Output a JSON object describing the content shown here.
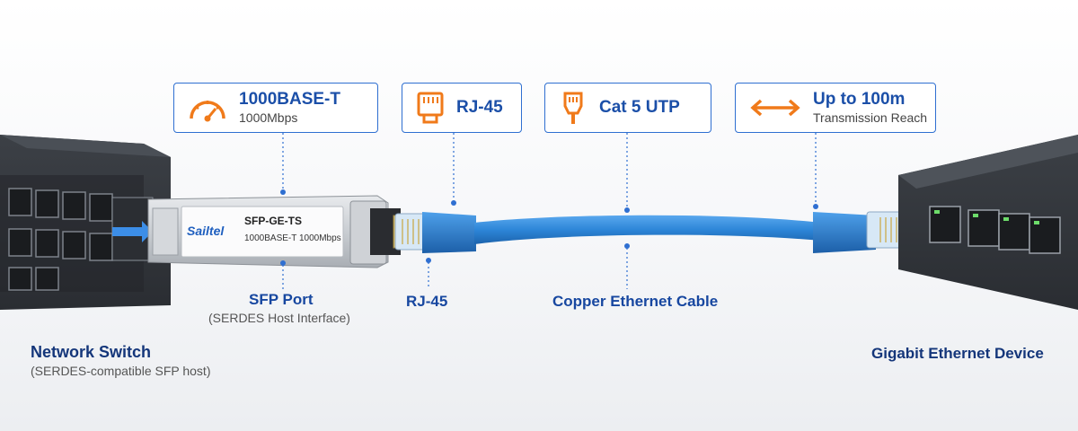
{
  "callouts": [
    {
      "title": "1000BASE-T",
      "subtitle": "1000Mbps",
      "icon": "speedometer-icon"
    },
    {
      "title": "RJ-45",
      "subtitle": "",
      "icon": "rj45-connector-icon"
    },
    {
      "title": "Cat 5 UTP",
      "subtitle": "",
      "icon": "cable-plug-icon"
    },
    {
      "title": "Up to 100m",
      "subtitle": "Transmission Reach",
      "icon": "double-arrow-icon"
    }
  ],
  "module": {
    "brand": "Sailtel",
    "model": "SFP-GE-TS",
    "spec": "1000BASE-T 1000Mbps"
  },
  "labels": {
    "sfp_port": "SFP Port",
    "sfp_port_sub": "(SERDES Host Interface)",
    "rj45": "RJ-45",
    "cable": "Copper Ethernet Cable",
    "switch": "Network Switch",
    "switch_sub": "(SERDES-compatible SFP host)",
    "device": "Gigabit Ethernet Device"
  },
  "colors": {
    "accent_orange": "#f07a1a",
    "cable_blue": "#2d86d8",
    "border_blue": "#2f6fd1",
    "label_blue": "#1747a0"
  }
}
